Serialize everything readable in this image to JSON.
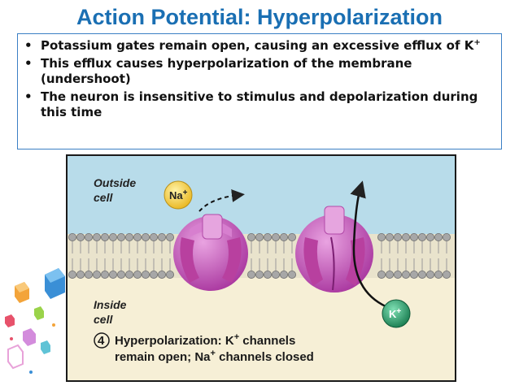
{
  "slide": {
    "title": "Action Potential: Hyperpolarization",
    "bullets": [
      {
        "text": "Potassium gates remain open, causing an excessive efflux of K",
        "sup": "+"
      },
      {
        "text": "This efflux causes hyperpolarization of the membrane (undershoot)",
        "sup": ""
      },
      {
        "text": "The neuron is insensitive to stimulus and depolarization during this time",
        "sup": ""
      }
    ]
  },
  "figure": {
    "outside_label": [
      "Outside",
      "cell"
    ],
    "inside_label": [
      "Inside",
      "cell"
    ],
    "na_ion": "Na",
    "k_ion": "K",
    "ion_charge": "+",
    "step_number": "4",
    "caption_line1_a": "Hyperpolarization: K",
    "caption_line1_b": " channels",
    "caption_line2": "remain open; Na",
    "caption_line2_b": " channels closed",
    "colors": {
      "outside": "#b8dcea",
      "inside": "#f6efd6",
      "channel": "#c24fb8",
      "na_ion": "#f7d64a",
      "k_ion": "#2a9d6b",
      "title": "#1a6fb3"
    }
  }
}
